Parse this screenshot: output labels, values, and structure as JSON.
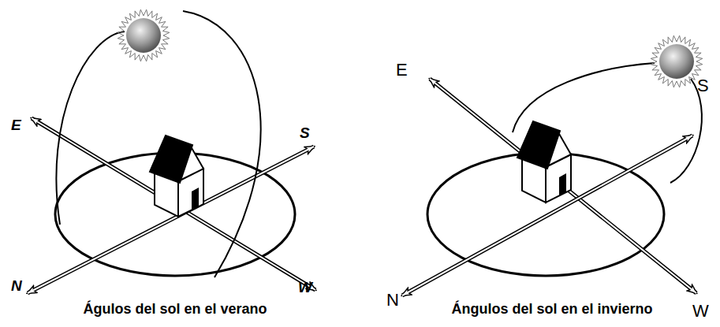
{
  "diagram": {
    "labels": [
      "E",
      "S",
      "N",
      "W",
      "Águlos del sol en el verano",
      "E",
      "S",
      "N",
      "W",
      "Ángulos del sol en el invierno"
    ]
  }
}
